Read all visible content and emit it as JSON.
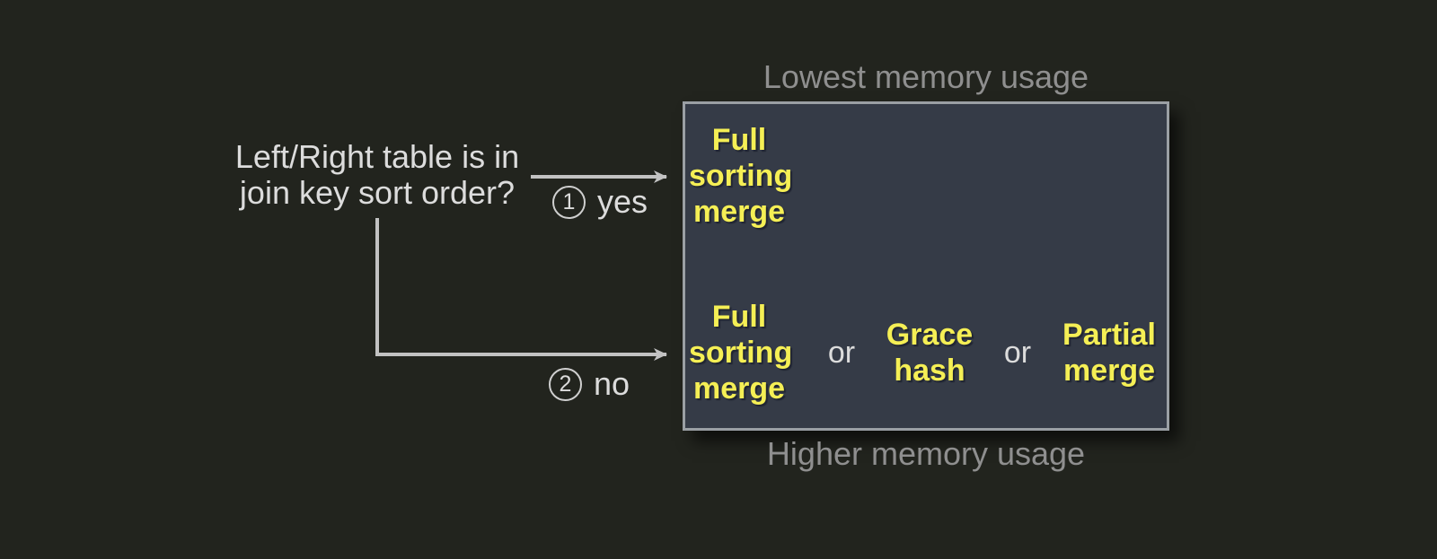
{
  "diagram": {
    "question": {
      "line1": "Left/Right table is in",
      "line2": "join key sort order?"
    },
    "branches": [
      {
        "number": "1",
        "label": "yes"
      },
      {
        "number": "2",
        "label": "no"
      }
    ],
    "memory_scale": {
      "top_caption": "Lowest memory usage",
      "bottom_caption": "Higher memory usage"
    },
    "box": {
      "sorted_row": {
        "algorithm": "Full sorting merge",
        "l1": "Full",
        "l2": "sorting",
        "l3": "merge"
      },
      "unsorted_row": {
        "algo1": {
          "name": "Full sorting merge",
          "l1": "Full",
          "l2": "sorting",
          "l3": "merge"
        },
        "or1": "or",
        "algo2": {
          "name": "Grace hash",
          "l1": "Grace",
          "l2": "hash"
        },
        "or2": "or",
        "algo3": {
          "name": "Partial merge",
          "l1": "Partial",
          "l2": "merge"
        }
      }
    },
    "colors": {
      "background": "#22241e",
      "box_fill": "#353b47",
      "box_border": "#9a9fa4",
      "algorithm_text": "#f5ef55",
      "caption_gray": "#8f8f8f",
      "primary_text": "#dcdcdc",
      "connector": "#c2c2c2"
    }
  }
}
